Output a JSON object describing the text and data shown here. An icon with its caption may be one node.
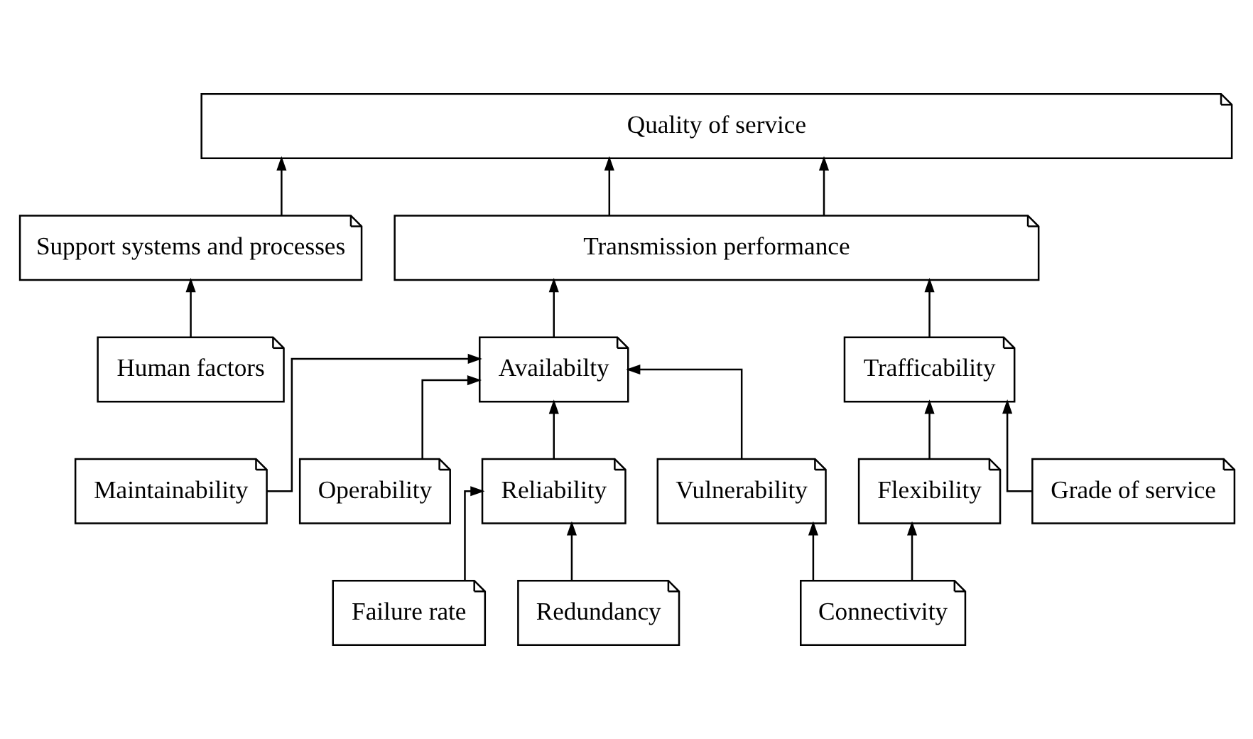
{
  "diagram": {
    "nodes": [
      {
        "text": [
          "Quality of service"
        ]
      },
      {
        "text": [
          "Support systems and processes"
        ]
      },
      {
        "text": [
          "Transmission performance"
        ]
      },
      {
        "text": [
          "Human factors"
        ]
      },
      {
        "text": [
          "Availabilty"
        ]
      },
      {
        "text": [
          "Trafficability"
        ]
      },
      {
        "text": [
          "Maintainability"
        ]
      },
      {
        "text": [
          "Operability"
        ]
      },
      {
        "text": [
          "Reliability"
        ]
      },
      {
        "text": [
          "Vulnerability"
        ]
      },
      {
        "text": [
          "Flexibility"
        ]
      },
      {
        "text": [
          "Grade of service"
        ]
      },
      {
        "text": [
          "Failure rate"
        ]
      },
      {
        "text": [
          "Redundancy"
        ]
      },
      {
        "text": [
          "Connectivity"
        ]
      }
    ],
    "edges": [
      {
        "from": 1,
        "to": 0,
        "arrow": "to"
      },
      {
        "from": 2,
        "to": 0,
        "arrow": "to"
      },
      {
        "from": 2,
        "to": 0,
        "arrow": "to"
      },
      {
        "from": 3,
        "to": 1,
        "arrow": "to"
      },
      {
        "from": 4,
        "to": 2,
        "arrow": "to"
      },
      {
        "from": 5,
        "to": 2,
        "arrow": "to"
      },
      {
        "from": 6,
        "to": 4,
        "arrow": "to"
      },
      {
        "from": 7,
        "to": 4,
        "arrow": "to"
      },
      {
        "from": 8,
        "to": 4,
        "arrow": "to"
      },
      {
        "from": 9,
        "to": 4,
        "arrow": "to"
      },
      {
        "from": 10,
        "to": 5,
        "arrow": "to"
      },
      {
        "from": 11,
        "to": 5,
        "arrow": "to"
      },
      {
        "from": 12,
        "to": 8,
        "arrow": "to"
      },
      {
        "from": 13,
        "to": 8,
        "arrow": "to"
      },
      {
        "from": 14,
        "to": 9,
        "arrow": "to"
      },
      {
        "from": 14,
        "to": 10,
        "arrow": "to"
      }
    ]
  }
}
